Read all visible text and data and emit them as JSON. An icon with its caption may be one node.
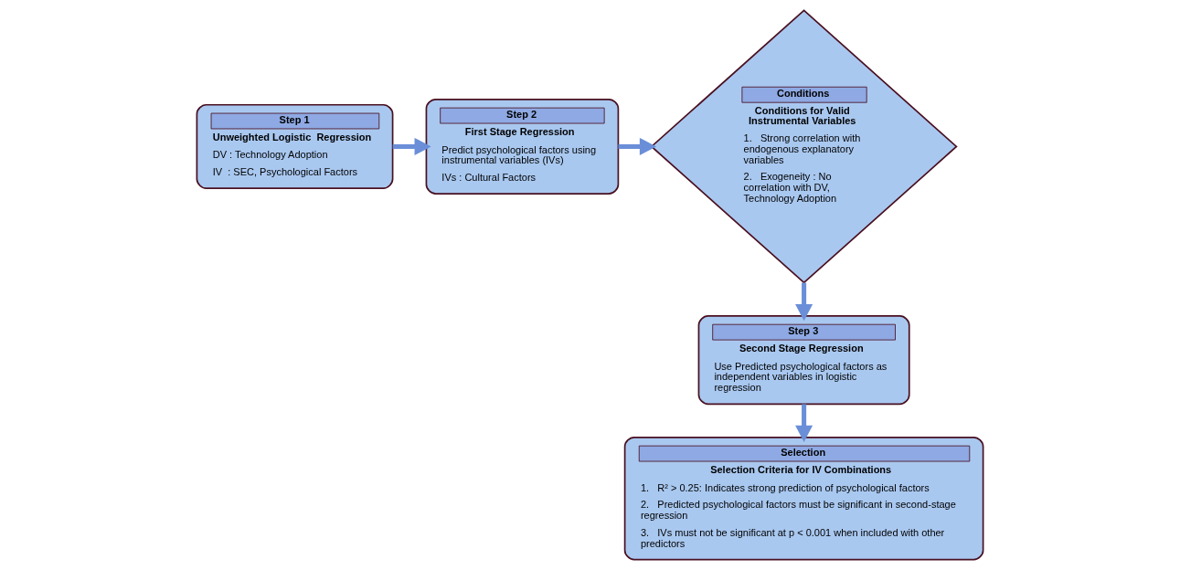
{
  "diagram": {
    "nodes": [
      {
        "text": [
          "Step 1",
          "Unweighted Logistic  Regression",
          "DV : Technology Adoption",
          "IV  : SEC, Psychological Factors"
        ]
      },
      {
        "text": [
          "Step 2",
          "First Stage Regression",
          "Predict psychological factors using instrumental variables (IVs)",
          "IVs : Cultural Factors"
        ]
      },
      {
        "text": [
          "Conditions",
          "Conditions for Valid Instrumental Variables",
          "1.   Strong correlation with endogenous explanatory variables",
          "2.   Exogeneity : No correlation with DV,   Technology Adoption"
        ]
      },
      {
        "text": [
          "Step 3",
          "Second Stage Regression",
          "Use Predicted psychological factors as independent variables in logistic regression"
        ]
      },
      {
        "text": [
          "Selection",
          "Selection Criteria for IV Combinations",
          "1.   R² > 0.25: Indicates strong prediction of psychological factors",
          "2.   Predicted psychological factors must be significant in second-stage regression",
          "3.   IVs must not be significant at p < 0.001 when included with other predictors"
        ]
      }
    ],
    "edges": [
      {
        "from": 0,
        "to": 1,
        "arrow": "to"
      },
      {
        "from": 1,
        "to": 2,
        "arrow": "to"
      },
      {
        "from": 2,
        "to": 3,
        "arrow": "to"
      },
      {
        "from": 3,
        "to": 4,
        "arrow": "to"
      }
    ]
  }
}
